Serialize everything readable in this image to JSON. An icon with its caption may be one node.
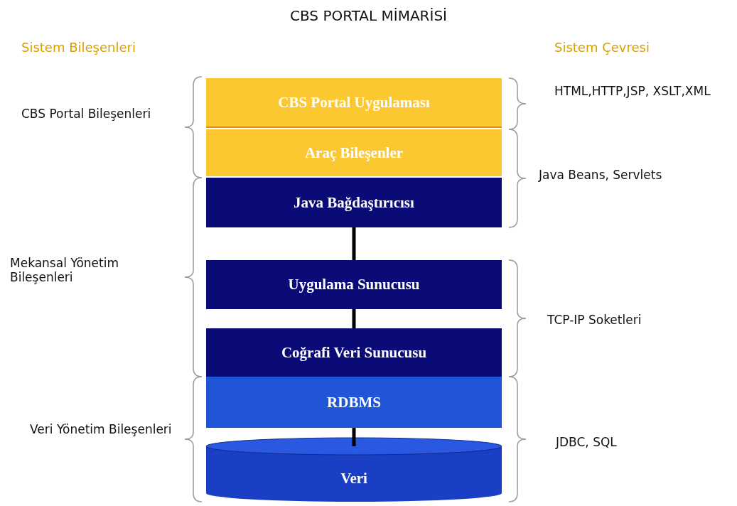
{
  "diagram": {
    "title": "CBS PORTAL MİMARİSİ",
    "nodes": [
      {
        "text": [
          "CBS Portal Uygulaması"
        ]
      },
      {
        "text": [
          "Araç Bileşenler"
        ]
      },
      {
        "text": [
          "Java Bağdaştırıcısı"
        ]
      },
      {
        "text": [
          "Uygulama Sunucusu"
        ]
      },
      {
        "text": [
          "Coğrafi Veri Sunucusu"
        ]
      },
      {
        "text": [
          "RDBMS"
        ]
      },
      {
        "text": [
          "Veri"
        ]
      }
    ],
    "edges": [
      {
        "from": 2,
        "to": 3,
        "arrow": "none"
      },
      {
        "from": 3,
        "to": 4,
        "arrow": "none"
      },
      {
        "from": 5,
        "to": 6,
        "arrow": "none"
      }
    ],
    "labels": [
      "Sistem Bileşenleri",
      "Sistem Çevresi",
      "CBS Portal Bileşenleri",
      "HTML,HTTP,JSP, XSLT,XML",
      "Java Beans, Servlets",
      "Mekansal Yönetim Bileşenleri",
      "TCP-IP Soketleri",
      "Veri Yönetim Bileşenleri",
      "JDBC, SQL"
    ]
  }
}
